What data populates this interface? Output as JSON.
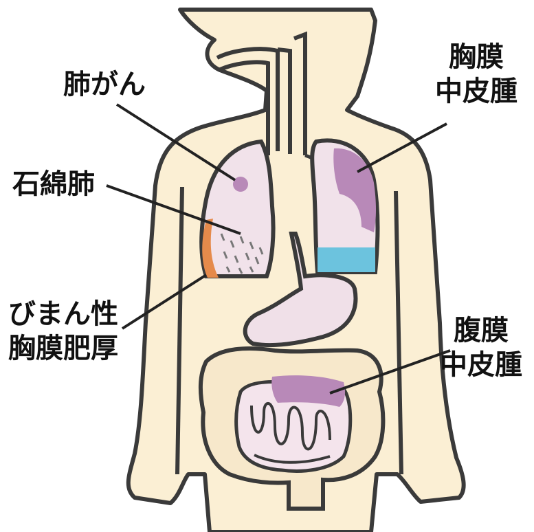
{
  "labels": {
    "lung_cancer": "肺がん",
    "asbestosis": "石綿肺",
    "diffuse_pleural_thickening": [
      "びまん性",
      "胸膜肥厚"
    ],
    "pleural_mesothelioma": [
      "胸膜",
      "中皮腫"
    ],
    "peritoneal_mesothelioma": [
      "腹膜",
      "中皮腫"
    ]
  },
  "colors": {
    "skin": "#FBEFD4",
    "outline": "#3A3A3A",
    "lung": "#F1E2EA",
    "tumor": "#B889B8",
    "pleural_effusion": "#6CC3DE",
    "pleural_thickening": "#E58A4B",
    "intestine": "#F7E8CB",
    "stomach": "#F0E0E8"
  }
}
